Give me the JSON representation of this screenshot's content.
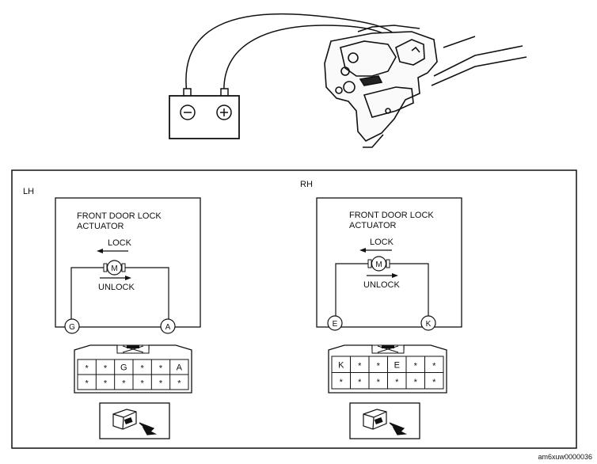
{
  "battery": {
    "negative": "⊖",
    "positive": "⊕"
  },
  "panels": [
    {
      "side": "LH",
      "title_line1": "FRONT DOOR LOCK",
      "title_line2": "ACTUATOR",
      "lock": "LOCK",
      "unlock": "UNLOCK",
      "motor": "M",
      "terminal_left": "G",
      "terminal_right": "A",
      "connector_row1": [
        "*",
        "*",
        "G",
        "*",
        "*",
        "A"
      ],
      "connector_row2": [
        "*",
        "*",
        "*",
        "*",
        "*",
        "*"
      ]
    },
    {
      "side": "RH",
      "title_line1": "FRONT DOOR LOCK",
      "title_line2": "ACTUATOR",
      "lock": "LOCK",
      "unlock": "UNLOCK",
      "motor": "M",
      "terminal_left": "E",
      "terminal_right": "K",
      "connector_row1": [
        "K",
        "*",
        "*",
        "E",
        "*",
        "*"
      ],
      "connector_row2": [
        "*",
        "*",
        "*",
        "*",
        "*",
        "*"
      ]
    }
  ],
  "figure_code": "am6xuw0000036"
}
